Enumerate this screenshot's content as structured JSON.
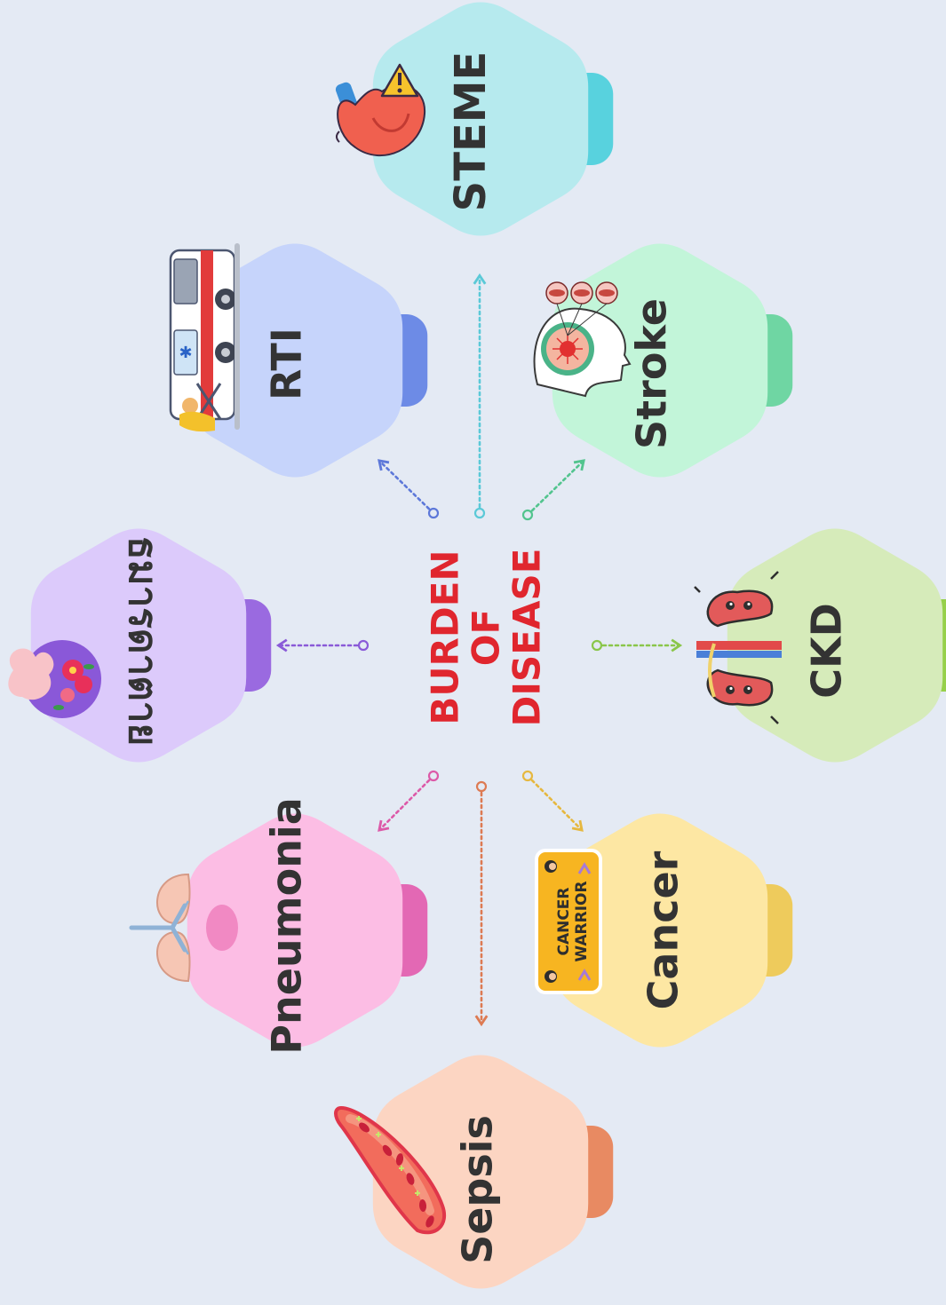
{
  "center": {
    "lines": [
      "BURDEN",
      "OF",
      "DISEASE"
    ],
    "color": "#e0262e"
  },
  "topics": [
    {
      "id": "steme",
      "label": "STEME",
      "hex_color": "#b6eaee",
      "tab_color": "#58d2de",
      "icon": "heart-warning-icon",
      "arrow_color": "#5bc9d7"
    },
    {
      "id": "rti",
      "label": "RTI",
      "hex_color": "#c6d4fb",
      "tab_color": "#6d8be6",
      "icon": "ambulance-icon",
      "arrow_color": "#5d78d9"
    },
    {
      "id": "stroke",
      "label": "Stroke",
      "hex_color": "#c2f5d9",
      "tab_color": "#6fd6a3",
      "icon": "brain-stroke-icon",
      "arrow_color": "#52c48e"
    },
    {
      "id": "maternal",
      "label": "ธมารดาตาย",
      "hex_color": "#dccafb",
      "tab_color": "#9a6ae0",
      "icon": "mother-baby-icon",
      "arrow_color": "#8a5ad8"
    },
    {
      "id": "ckd",
      "label": "CKD",
      "hex_color": "#d6ebba",
      "tab_color": "#96d04a",
      "icon": "kidneys-icon",
      "arrow_color": "#8ac64a"
    },
    {
      "id": "pneumonia",
      "label": "Pneumonia",
      "hex_color": "#fcbde4",
      "tab_color": "#e368b4",
      "icon": "lungs-icon",
      "arrow_color": "#dc5aa8"
    },
    {
      "id": "cancer",
      "label": "Cancer",
      "hex_color": "#fde7a3",
      "tab_color": "#eecb5c",
      "icon": "cancer-warrior-icon",
      "arrow_color": "#e6b840"
    },
    {
      "id": "sepsis",
      "label": "Sepsis",
      "hex_color": "#fcd5c2",
      "tab_color": "#e88a62",
      "icon": "blood-vessel-icon",
      "arrow_color": "#dd7a52"
    }
  ],
  "cancer_badge": {
    "line1": "CANCER",
    "line2": "WARRIOR"
  }
}
